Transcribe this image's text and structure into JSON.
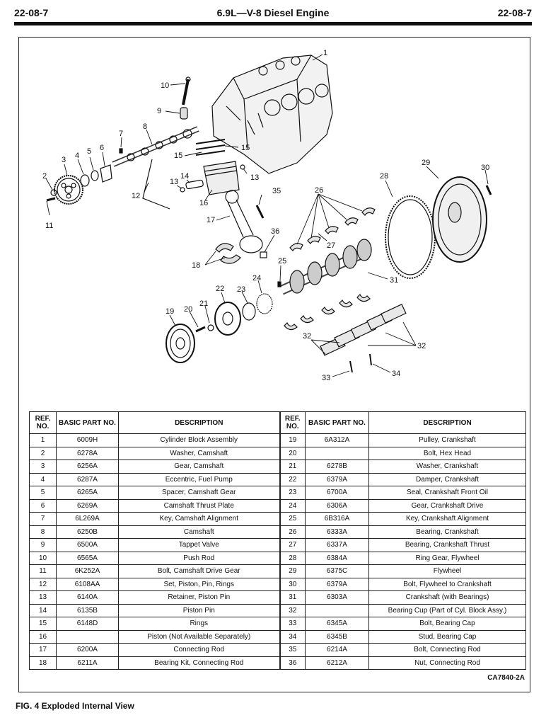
{
  "header": {
    "page_left": "22-08-7",
    "title": "6.9L—V-8 Diesel Engine",
    "page_right": "22-08-7"
  },
  "diagram": {
    "callouts": [
      "1",
      "2",
      "3",
      "4",
      "5",
      "6",
      "7",
      "8",
      "9",
      "10",
      "11",
      "12",
      "13",
      "13",
      "14",
      "15",
      "15",
      "16",
      "17",
      "18",
      "19",
      "20",
      "21",
      "22",
      "23",
      "24",
      "25",
      "26",
      "27",
      "28",
      "29",
      "30",
      "31",
      "32",
      "32",
      "33",
      "34",
      "35",
      "36"
    ]
  },
  "table": {
    "headers": {
      "ref": "REF. NO.",
      "basic": "BASIC PART NO.",
      "desc": "DESCRIPTION"
    },
    "rows": [
      {
        "l_ref": "1",
        "l_part": "6009H",
        "l_desc": "Cylinder Block Assembly",
        "r_ref": "19",
        "r_part": "6A312A",
        "r_desc": "Pulley, Crankshaft"
      },
      {
        "l_ref": "2",
        "l_part": "6278A",
        "l_desc": "Washer, Camshaft",
        "r_ref": "20",
        "r_part": "",
        "r_desc": "Bolt, Hex Head"
      },
      {
        "l_ref": "3",
        "l_part": "6256A",
        "l_desc": "Gear, Camshaft",
        "r_ref": "21",
        "r_part": "6278B",
        "r_desc": "Washer, Crankshaft"
      },
      {
        "l_ref": "4",
        "l_part": "6287A",
        "l_desc": "Eccentric, Fuel Pump",
        "r_ref": "22",
        "r_part": "6379A",
        "r_desc": "Damper, Crankshaft"
      },
      {
        "l_ref": "5",
        "l_part": "6265A",
        "l_desc": "Spacer, Camshaft Gear",
        "r_ref": "23",
        "r_part": "6700A",
        "r_desc": "Seal, Crankshaft Front Oil"
      },
      {
        "l_ref": "6",
        "l_part": "6269A",
        "l_desc": "Camshaft Thrust Plate",
        "r_ref": "24",
        "r_part": "6306A",
        "r_desc": "Gear, Crankshaft Drive"
      },
      {
        "l_ref": "7",
        "l_part": "6L269A",
        "l_desc": "Key, Camshaft Alignment",
        "r_ref": "25",
        "r_part": "6B316A",
        "r_desc": "Key, Crankshaft Alignment"
      },
      {
        "l_ref": "8",
        "l_part": "6250B",
        "l_desc": "Camshaft",
        "r_ref": "26",
        "r_part": "6333A",
        "r_desc": "Bearing, Crankshaft"
      },
      {
        "l_ref": "9",
        "l_part": "6500A",
        "l_desc": "Tappet Valve",
        "r_ref": "27",
        "r_part": "6337A",
        "r_desc": "Bearing, Crankshaft Thrust"
      },
      {
        "l_ref": "10",
        "l_part": "6565A",
        "l_desc": "Push Rod",
        "r_ref": "28",
        "r_part": "6384A",
        "r_desc": "Ring Gear, Flywheel"
      },
      {
        "l_ref": "11",
        "l_part": "6K252A",
        "l_desc": "Bolt, Camshaft Drive Gear",
        "r_ref": "29",
        "r_part": "6375C",
        "r_desc": "Flywheel"
      },
      {
        "l_ref": "12",
        "l_part": "6108AA",
        "l_desc": "Set, Piston, Pin, Rings",
        "r_ref": "30",
        "r_part": "6379A",
        "r_desc": "Bolt, Flywheel to Crankshaft"
      },
      {
        "l_ref": "13",
        "l_part": "6140A",
        "l_desc": "Retainer, Piston Pin",
        "r_ref": "31",
        "r_part": "6303A",
        "r_desc": "Crankshaft (with Bearings)"
      },
      {
        "l_ref": "14",
        "l_part": "6135B",
        "l_desc": "Piston Pin",
        "r_ref": "32",
        "r_part": "",
        "r_desc": "Bearing Cup (Part of Cyl. Block Assy.)"
      },
      {
        "l_ref": "15",
        "l_part": "6148D",
        "l_desc": "Rings",
        "r_ref": "33",
        "r_part": "6345A",
        "r_desc": "Bolt, Bearing Cap"
      },
      {
        "l_ref": "16",
        "l_part": "",
        "l_desc": "Piston (Not Available Separately)",
        "r_ref": "34",
        "r_part": "6345B",
        "r_desc": "Stud, Bearing Cap"
      },
      {
        "l_ref": "17",
        "l_part": "6200A",
        "l_desc": "Connecting Rod",
        "r_ref": "35",
        "r_part": "6214A",
        "r_desc": "Bolt, Connecting Rod"
      },
      {
        "l_ref": "18",
        "l_part": "6211A",
        "l_desc": "Bearing Kit, Connecting Rod",
        "r_ref": "36",
        "r_part": "6212A",
        "r_desc": "Nut, Connecting Rod"
      }
    ]
  },
  "figure_code": "CA7840-2A",
  "caption": "FIG. 4 Exploded Internal View"
}
